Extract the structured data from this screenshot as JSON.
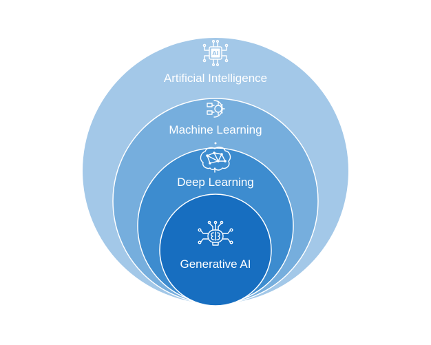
{
  "rings": [
    {
      "label": "Artificial Intelligence",
      "icon": "ai-chip-icon",
      "color": "#a3c8e8"
    },
    {
      "label": "Machine Learning",
      "icon": "gear-learning-icon",
      "color": "#76aedd"
    },
    {
      "label": "Deep Learning",
      "icon": "brain-network-icon",
      "color": "#3d8ccf"
    },
    {
      "label": "Generative AI",
      "icon": "circuit-brain-icon",
      "color": "#176ec0"
    }
  ],
  "chip_text": "AI"
}
